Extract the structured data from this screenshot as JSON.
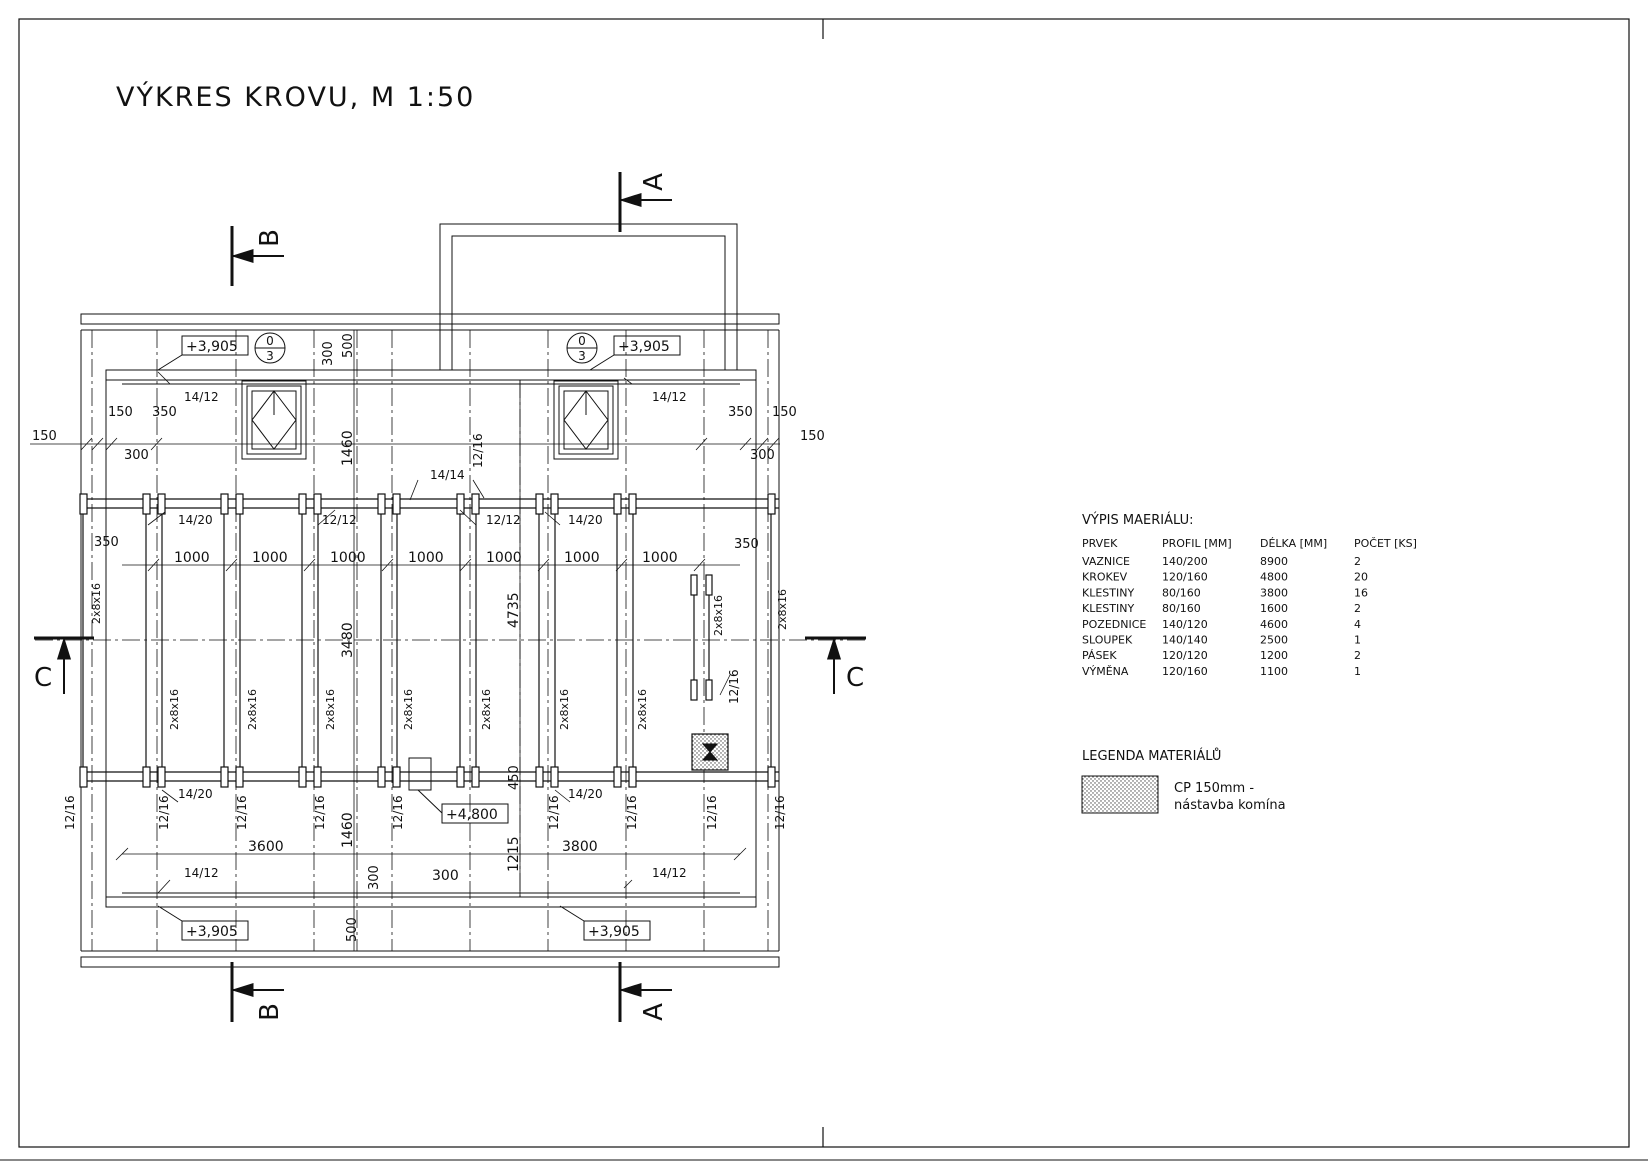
{
  "title": "VÝKRES KROVU, M 1:50",
  "section_marks": {
    "a": "A",
    "b": "B",
    "c": "C"
  },
  "levels": {
    "eaves": "+3,905",
    "ridge": "+4,800"
  },
  "chimney_label": {
    "top": "0",
    "bottom": "3"
  },
  "profiles": {
    "rafter_pair": "14/20",
    "purlin_wall": "14/12",
    "tie": "12/12",
    "post": "14/14",
    "strut": "12/16",
    "collar": "2x8x16"
  },
  "dimensions": {
    "d150": "150",
    "d350": "350",
    "d300": "300",
    "d500": "500",
    "d1460": "1460",
    "d1000": "1000",
    "d3480": "3480",
    "d4735": "4735",
    "d450": "450",
    "d1215": "1215",
    "d3600": "3600",
    "d3800": "3800"
  },
  "material_list": {
    "heading": "VÝPIS MAERIÁLU:",
    "columns": [
      "PRVEK",
      "PROFIL [MM]",
      "DÉLKA [MM]",
      "POČET [KS]"
    ],
    "rows": [
      [
        "VAZNICE",
        "140/200",
        "8900",
        "2"
      ],
      [
        "KROKEV",
        "120/160",
        "4800",
        "20"
      ],
      [
        "KLESTINY",
        "80/160",
        "3800",
        "16"
      ],
      [
        "KLESTINY",
        "80/160",
        "1600",
        "2"
      ],
      [
        "POZEDNICE",
        "140/120",
        "4600",
        "4"
      ],
      [
        "SLOUPEK",
        "140/140",
        "2500",
        "1"
      ],
      [
        "PÁSEK",
        "120/120",
        "1200",
        "2"
      ],
      [
        "VÝMĚNA",
        "120/160",
        "1100",
        "1"
      ]
    ]
  },
  "legend": {
    "heading": "LEGENDA MATERIÁLŮ",
    "item_line1": "CP 150mm -",
    "item_line2": "nástavba komína"
  }
}
